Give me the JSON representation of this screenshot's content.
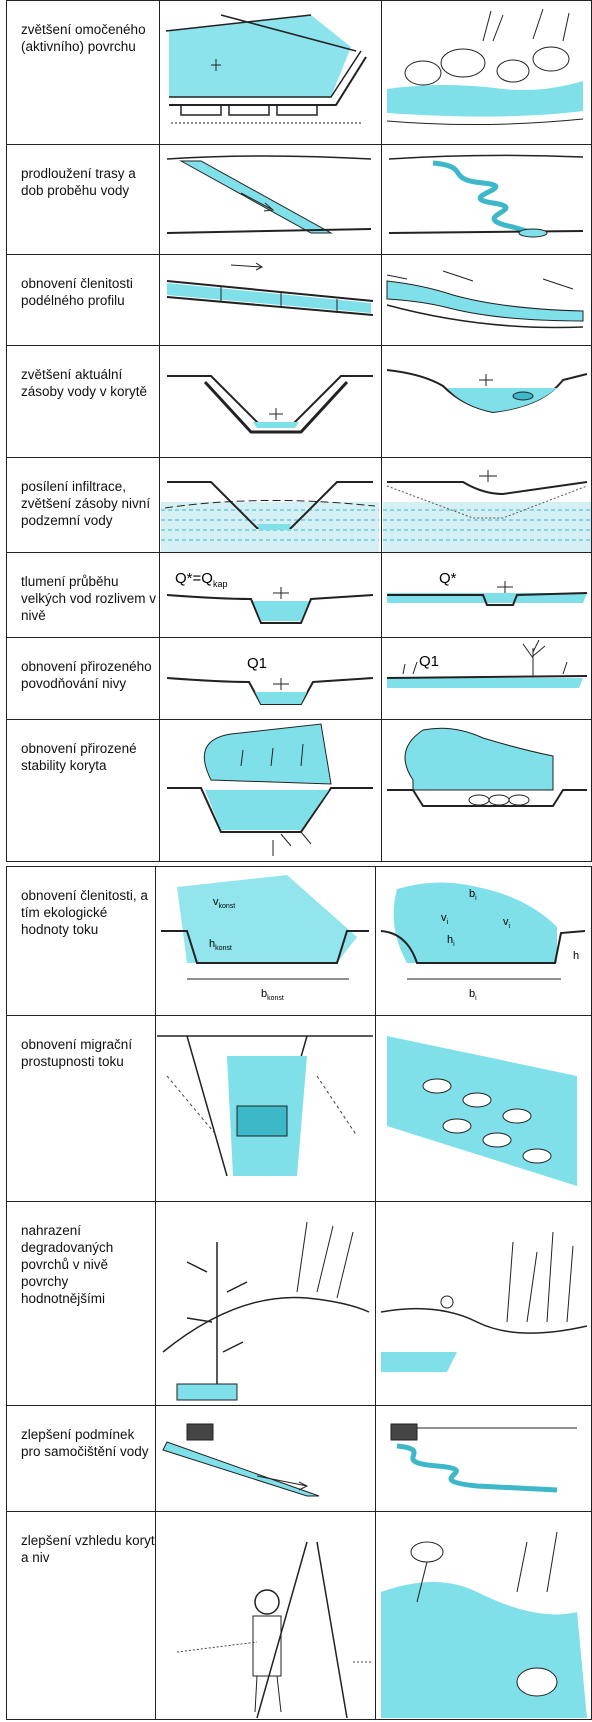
{
  "section1": {
    "rows": [
      {
        "label": "zvětšení omočeného (aktivního) povrchu"
      },
      {
        "label": "prodloužení trasy a dob proběhu vody"
      },
      {
        "label": "obnovení členitosti podélného profilu"
      },
      {
        "label": "zvětšení aktuální zásoby vody v korytě"
      },
      {
        "label": "posílení infiltrace, zvětšení zásoby nivní podzemní vody"
      },
      {
        "label": "tlumení průběhu velkých vod rozlivem v nivě"
      },
      {
        "label": "obnovení přirozeného povodňování nivy"
      },
      {
        "label": "obnovení přirozené stability koryta"
      }
    ]
  },
  "section2": {
    "rows": [
      {
        "label": "obnovení členitosti, a tím ekologické hodnoty toku"
      },
      {
        "label": "obnovení migrační prostupnosti toku"
      },
      {
        "label": "nahrazení degradovaných povrchů v nivě povrchy hodnotnějšími"
      },
      {
        "label": "zlepšení podmínek pro samočištění vody"
      },
      {
        "label": "zlepšení vzhledu koryt a niv"
      }
    ]
  },
  "annotations": {
    "q_star_kap": "Q*=Q",
    "q_kap_sub": "kap",
    "q_star": "Q*",
    "q1_left": "Q1",
    "q1_right": "Q1",
    "v_konst": "v",
    "v_konst_sub": "konst",
    "h_konst": "h",
    "h_konst_sub": "konst",
    "b_konst": "b",
    "b_konst_sub": "konst",
    "b_i_top": "b",
    "b_i_top_sub": "i",
    "v_i": "v",
    "v_i_sub": "i",
    "h_i": "h",
    "h_i_sub": "i",
    "v_i_right": "v",
    "v_i_right_sub": "i",
    "b_i_bottom": "b",
    "b_i_bottom_sub": "i",
    "h_edge": "h"
  },
  "colors": {
    "water": "#7fe0ea",
    "water_dark": "#3cb8c8",
    "line": "#1a1a1a"
  }
}
